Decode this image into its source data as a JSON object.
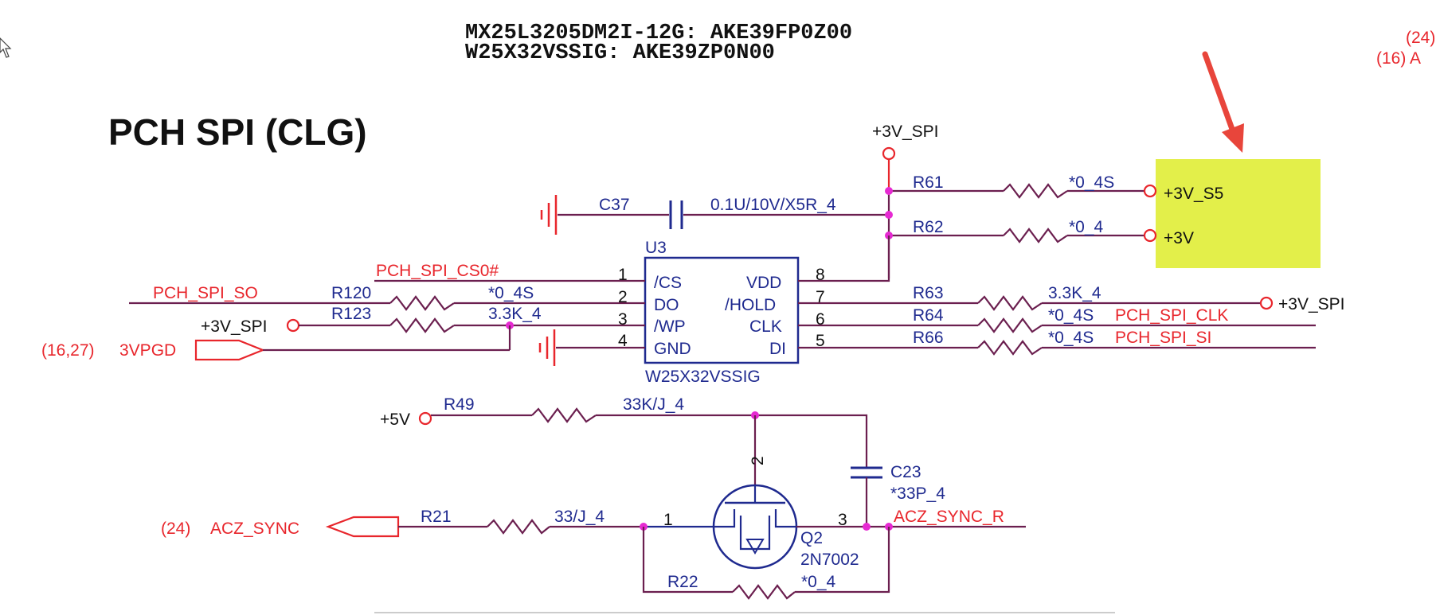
{
  "colors": {
    "net_red": "#e8262c",
    "label_blue": "#1f2a8f",
    "wire": "#6b1f4f",
    "junction": "#e62ad2",
    "highlight": "#e3ef4a",
    "arrow": "#e8453b"
  },
  "header": {
    "line1": "MX25L3205DM2I-12G: AKE39FP0Z00",
    "line2": "W25X32VSSIG: AKE39ZP0N00",
    "edge_top": "(24)",
    "edge_bottom": "(16)  A"
  },
  "title": "PCH  SPI (CLG)",
  "power": {
    "spi_top": "+3V_SPI",
    "s5": "+3V_S5",
    "v3": "+3V",
    "spi_right": "+3V_SPI",
    "spi_left": "+3V_SPI",
    "v5": "+5V"
  },
  "ic": {
    "ref": "U3",
    "part": "W25X32VSSIG",
    "left_pins": [
      {
        "num": "1",
        "name": "/CS"
      },
      {
        "num": "2",
        "name": "DO"
      },
      {
        "num": "3",
        "name": "/WP"
      },
      {
        "num": "4",
        "name": "GND"
      }
    ],
    "right_pins": [
      {
        "num": "8",
        "name": "VDD"
      },
      {
        "num": "7",
        "name": "/HOLD"
      },
      {
        "num": "6",
        "name": "CLK"
      },
      {
        "num": "5",
        "name": "DI"
      }
    ]
  },
  "components": {
    "c37": {
      "ref": "C37",
      "value": "0.1U/10V/X5R_4"
    },
    "r61": {
      "ref": "R61",
      "value": "*0_4S"
    },
    "r62": {
      "ref": "R62",
      "value": "*0_4"
    },
    "r120": {
      "ref": "R120",
      "value": "*0_4S"
    },
    "r123": {
      "ref": "R123",
      "value": "3.3K_4"
    },
    "r63": {
      "ref": "R63",
      "value": "3.3K_4"
    },
    "r64": {
      "ref": "R64",
      "value": "*0_4S"
    },
    "r66": {
      "ref": "R66",
      "value": "*0_4S"
    },
    "r49": {
      "ref": "R49",
      "value": "33K/J_4"
    },
    "c23": {
      "ref": "C23",
      "value": "*33P_4"
    },
    "r21": {
      "ref": "R21",
      "value": "33/J_4"
    },
    "r22": {
      "ref": "R22",
      "value": "*0_4"
    },
    "q2": {
      "ref": "Q2",
      "part": "2N7002",
      "pin1": "1",
      "pin2": "2",
      "pin3": "3"
    }
  },
  "nets": {
    "cs0": "PCH_SPI_CS0#",
    "so": "PCH_SPI_SO",
    "clk": "PCH_SPI_CLK",
    "si": "PCH_SPI_SI",
    "vpgd": "3VPGD",
    "vpgd_ref": "(16,27)",
    "acz_sync": "ACZ_SYNC",
    "acz_sync_ref": "(24)",
    "acz_sync_r": "ACZ_SYNC_R"
  },
  "icons": [
    "cursor-icon",
    "ground-icon",
    "annotation-arrow-icon"
  ]
}
